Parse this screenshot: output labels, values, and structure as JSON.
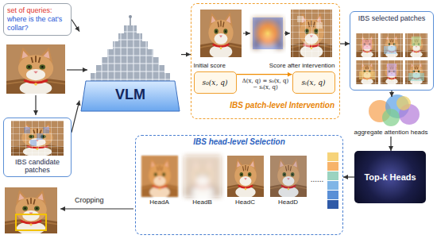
{
  "diagram": {
    "nodes": [
      {
        "text": [
          "set of queries:",
          "where is the cat's collar?"
        ]
      },
      {
        "text": [
          "IBS candidate patches"
        ]
      },
      {
        "text": [
          "VLM"
        ]
      },
      {
        "text": [
          "IBS patch-level Intervention"
        ]
      },
      {
        "text": [
          "Initial score",
          "s₀(x, q)"
        ],
        "in": 3
      },
      {
        "text": [
          "Score after intervention",
          "sᵢ(x, q)"
        ],
        "in": 3
      },
      {
        "text": [
          "IBS selected patches"
        ]
      },
      {
        "text": [
          "aggregate attention heads"
        ]
      },
      {
        "text": [
          "Top-k Heads"
        ]
      },
      {
        "text": [
          "IBS head-level Selection"
        ]
      },
      {
        "text": [
          "HeadA"
        ],
        "in": 9
      },
      {
        "text": [
          "HeadB"
        ],
        "in": 9
      },
      {
        "text": [
          "HeadC"
        ],
        "in": 9
      },
      {
        "text": [
          "HeadD"
        ],
        "in": 9
      }
    ],
    "edges": [
      {
        "from": 0,
        "to": 2,
        "arrow": "to"
      },
      {
        "from": 1,
        "to": 2,
        "arrow": "to"
      },
      {
        "from": 2,
        "to": 3,
        "arrow": "to"
      },
      {
        "from": 4,
        "to": 5,
        "arrow": "to"
      },
      {
        "from": 3,
        "to": 6,
        "arrow": "to"
      },
      {
        "from": 6,
        "to": 7,
        "arrow": "to"
      },
      {
        "from": 7,
        "to": 8,
        "arrow": "to"
      },
      {
        "from": 8,
        "to": 9,
        "arrow": "to"
      }
    ],
    "labels": [
      "Δ(x, q) = s₀(x, q) − sᵢ(x, q)",
      "......",
      "Cropping"
    ]
  }
}
